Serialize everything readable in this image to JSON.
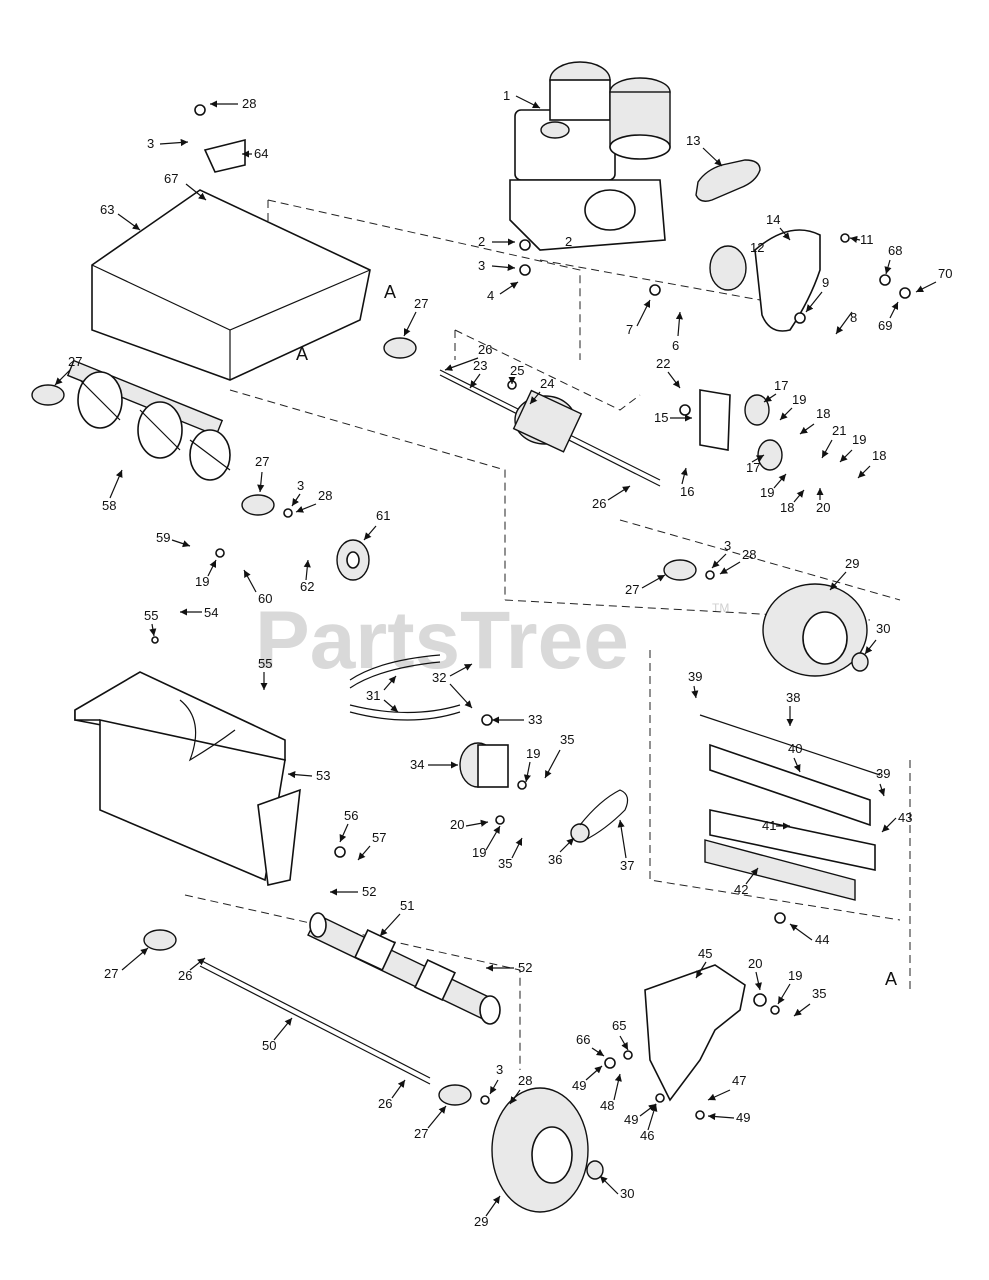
{
  "diagram": {
    "watermark": "PartsTree",
    "watermark_tm": "TM",
    "section_marker": "A",
    "callouts": [
      "1",
      "2",
      "3",
      "4",
      "6",
      "7",
      "8",
      "9",
      "11",
      "12",
      "13",
      "14",
      "15",
      "16",
      "17",
      "18",
      "19",
      "20",
      "21",
      "22",
      "23",
      "24",
      "25",
      "26",
      "27",
      "28",
      "29",
      "30",
      "31",
      "32",
      "33",
      "34",
      "35",
      "36",
      "37",
      "38",
      "39",
      "40",
      "41",
      "42",
      "43",
      "44",
      "45",
      "46",
      "47",
      "48",
      "49",
      "50",
      "51",
      "52",
      "53",
      "54",
      "55",
      "56",
      "57",
      "58",
      "59",
      "60",
      "61",
      "62",
      "63",
      "64",
      "65",
      "66",
      "67",
      "68",
      "69",
      "70"
    ]
  }
}
